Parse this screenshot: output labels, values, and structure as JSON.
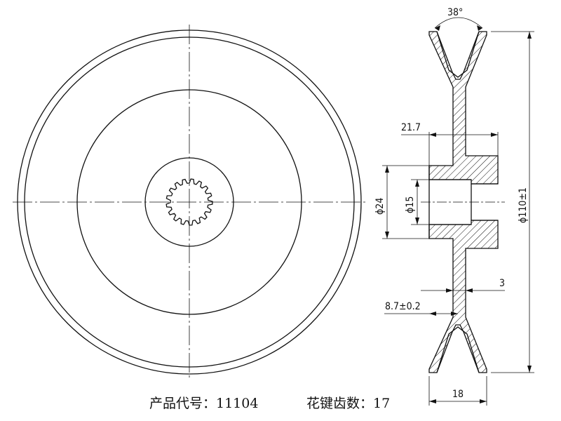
{
  "drawing": {
    "angle_label": "38°",
    "hub_width_label": "21.7",
    "outer_diameter_label": "ϕ110±1",
    "hub_diameter_label": "ϕ24",
    "bore_diameter_label": "ϕ15",
    "web_thickness_label": "3",
    "groove_offset_label": "8.7±0.2",
    "total_width_label": "18"
  },
  "caption": {
    "product_code": "产品代号：11104",
    "spline_teeth": "花键齿数：17"
  },
  "colors": {
    "line": "#111111",
    "background": "#ffffff"
  }
}
